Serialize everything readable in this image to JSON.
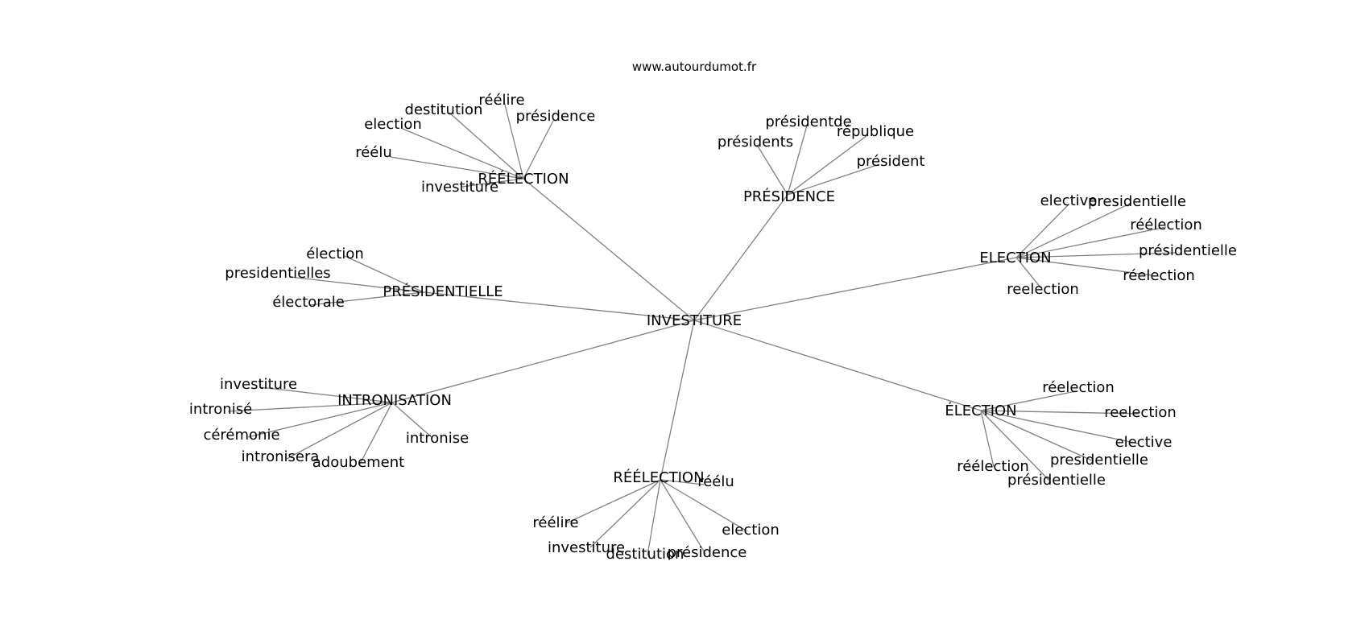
{
  "site": "www.autourdumot.fr",
  "center": "INVESTITURE",
  "clusters": [
    {
      "hub": "RÉÉLECTION",
      "leaves": [
        "destitution",
        "réélire",
        "présidence",
        "election",
        "réélu",
        "investiture"
      ]
    },
    {
      "hub": "PRÉSIDENCE",
      "leaves": [
        "présidentde",
        "présidents",
        "république",
        "président"
      ]
    },
    {
      "hub": "ELECTION",
      "leaves": [
        "elective",
        "presidentielle",
        "réélection",
        "présidentielle",
        "réelection",
        "reelection"
      ]
    },
    {
      "hub": "PRÉSIDENTIELLE",
      "leaves": [
        "élection",
        "presidentielles",
        "électorale"
      ]
    },
    {
      "hub": "INTRONISATION",
      "leaves": [
        "investiture",
        "intronisé",
        "cérémonie",
        "intronisera",
        "adoubement",
        "intronise"
      ]
    },
    {
      "hub": "RÉÉLECTION",
      "leaves": [
        "réélu",
        "réélire",
        "investiture",
        "destitution",
        "présidence",
        "election"
      ]
    },
    {
      "hub": "ÉLECTION",
      "leaves": [
        "réelection",
        "reelection",
        "elective",
        "presidentielle",
        "réélection",
        "présidentielle"
      ]
    }
  ]
}
